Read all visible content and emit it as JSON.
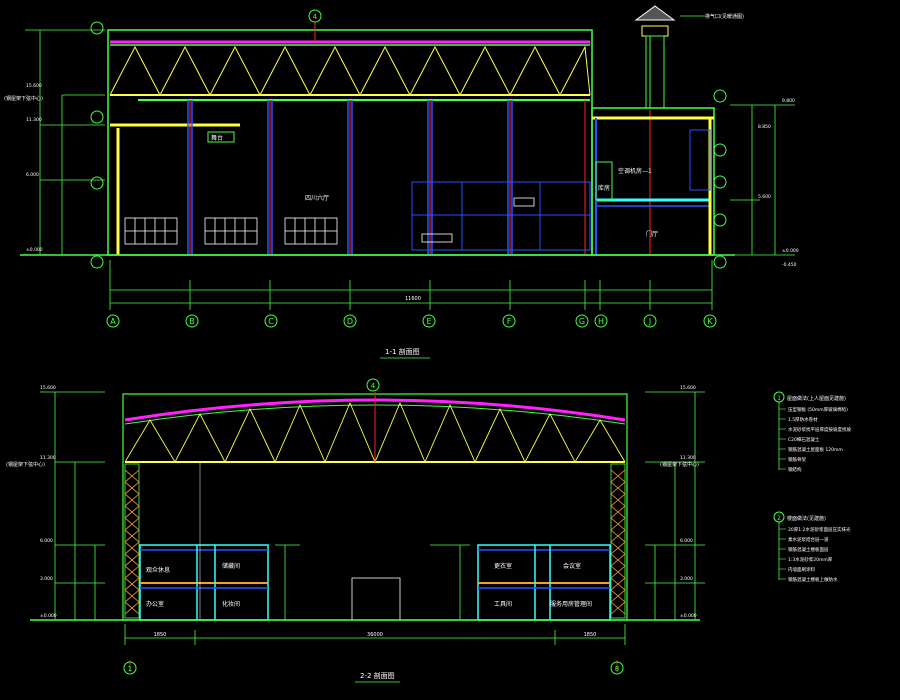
{
  "sections": {
    "s1": {
      "title": "1-1 剖面图",
      "axis_labels": [
        "A",
        "B",
        "C",
        "D",
        "E",
        "F",
        "G",
        "H",
        "J",
        "K"
      ],
      "room_labels": {
        "hall": "四川六厅",
        "stage": "舞台",
        "office": "空调机房—1",
        "store": "库房",
        "lobby": "门厅"
      },
      "top_axis": "4",
      "total_span_dim": "11600",
      "left_note": "(钢屋架下弦中心)",
      "elev_left": [
        "15.600",
        "11.300",
        "6.000",
        "±0.000"
      ],
      "elev_right": [
        "9.800",
        "8.850",
        "5.600",
        "±0.000",
        "-0.450"
      ],
      "chimney_note": "排气口(见暖通图)"
    },
    "s2": {
      "title": "2-2 剖面图",
      "axis_labels": [
        "1",
        "8"
      ],
      "room_labels": [
        "观众休息",
        "储藏间",
        "办公室",
        "化妆间",
        "更衣室",
        "会议室",
        "工具间",
        "服务用房管理间"
      ],
      "top_axis": "4",
      "left_note": "(钢屋架下弦中心)",
      "right_note": "(钢屋架下弦中心)",
      "elev_left": [
        "15.600",
        "11.300",
        "6.000",
        "3.000",
        "±0.000"
      ],
      "elev_right": [
        "15.600",
        "11.300",
        "6.000",
        "3.000",
        "±0.000"
      ],
      "dim_bottom": [
        "1850",
        "36000",
        "1850"
      ]
    }
  },
  "notes": {
    "legend1": {
      "marker": "1",
      "title": "屋面做法(上人屋面见建施)",
      "lines": [
        "压型钢板 (50mm厚玻璃棉毡)",
        "1.5厚防水卷材",
        "水泥砂浆找平层厚度按坡度找坡",
        "C20细石混凝土",
        "钢筋混凝土屋面板 120mm",
        "钢筋骨架",
        "钢结构"
      ]
    },
    "legend2": {
      "marker": "2",
      "title": "楼面做法(见建施)",
      "lines": [
        "20厚1:2水泥砂浆面层压实抹光",
        "素水泥浆结合层一道",
        "钢筋混凝土楼板面层",
        "1:3水泥砂浆20mm厚",
        "内墙面刷涂料",
        "钢筋混凝土楼板上做防水"
      ]
    }
  },
  "colors": {
    "background": "#000000",
    "roof": "#ff22ff",
    "truss": "#ffff44",
    "structure": "#44ff44",
    "column": "#2255ff",
    "axis": "#ff2222",
    "text": "#ffffff",
    "cyan": "#33ffff",
    "orange": "#ff9933"
  }
}
